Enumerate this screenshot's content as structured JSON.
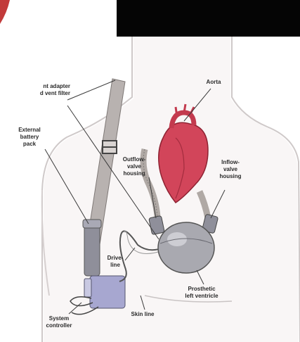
{
  "diagram": {
    "labels": {
      "vent_adapter": "nt adapter\nd vent filter",
      "aorta": "Aorta",
      "battery_pack": "External\nbattery\npack",
      "outflow_valve": "Outflow-\nvalve\nhousing",
      "inflow_valve": "Inflow-\nvalve\nhousing",
      "drive_line": "Drive-\nline",
      "prosthetic_ventricle": "Prosthetic\nleft ventricle",
      "skin_line": "Skin line",
      "system_controller": "System\ncontroller"
    },
    "colors": {
      "background": "#ffffff",
      "dark_block": "#050505",
      "body_outline": "#c9c4c4",
      "heart_red": "#d2455a",
      "heart_dark": "#8e2232",
      "graft_tube": "#b0a9a5",
      "pump_metal": "#a9a9b0",
      "device_grey": "#8f8f9a",
      "controller_lavender": "#a7a7d0",
      "line_color": "#3a3a3a"
    }
  }
}
